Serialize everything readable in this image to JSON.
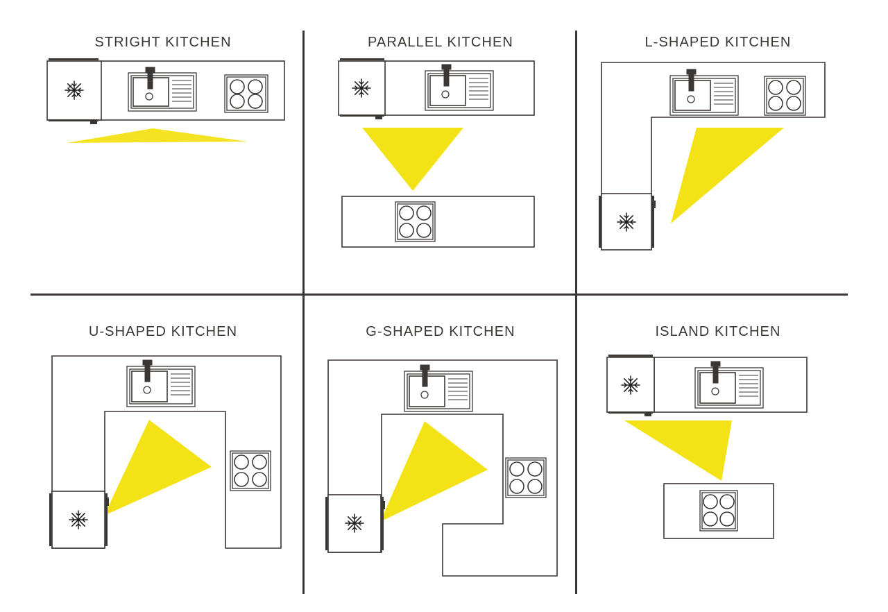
{
  "page": {
    "title": "Kitchen Layout Types Diagram",
    "background_color": "#ffffff",
    "line_color": "#3b3735",
    "accent_color": "#f2e216"
  },
  "grid": {
    "columns": 3,
    "rows": 2,
    "divider_color": "#3b3735"
  },
  "panels": [
    {
      "id": "straight",
      "title": "STRIGHT KITCHEN",
      "appliances": [
        "refrigerator",
        "sink",
        "cooktop"
      ],
      "work_triangle": "flat-linear",
      "counter_runs": 1
    },
    {
      "id": "parallel",
      "title": "PARALLEL KITCHEN",
      "appliances": [
        "refrigerator",
        "sink",
        "cooktop"
      ],
      "work_triangle": "downward",
      "counter_runs": 2
    },
    {
      "id": "l-shaped",
      "title": "L-SHAPED KITCHEN",
      "appliances": [
        "refrigerator",
        "sink",
        "cooktop"
      ],
      "work_triangle": "right-leaning",
      "counter_runs": 1
    },
    {
      "id": "u-shaped",
      "title": "U-SHAPED KITCHEN",
      "appliances": [
        "refrigerator",
        "sink",
        "cooktop"
      ],
      "work_triangle": "right-pointing",
      "counter_runs": 1
    },
    {
      "id": "g-shaped",
      "title": "G-SHAPED KITCHEN",
      "appliances": [
        "refrigerator",
        "sink",
        "cooktop"
      ],
      "work_triangle": "right-pointing",
      "counter_runs": 1
    },
    {
      "id": "island",
      "title": "ISLAND KITCHEN",
      "appliances": [
        "refrigerator",
        "sink",
        "cooktop"
      ],
      "work_triangle": "downward-left",
      "counter_runs": 2
    }
  ],
  "legend": {
    "refrigerator_icon": "snowflake-icon",
    "sink_icon": "sink-icon",
    "cooktop_icon": "four-burner-cooktop-icon",
    "triangle_name": "work-triangle"
  }
}
